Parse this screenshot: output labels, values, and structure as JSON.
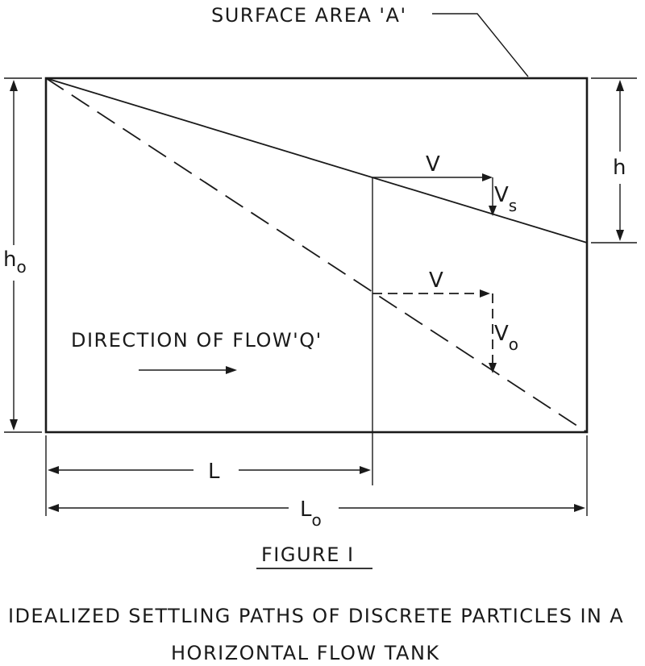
{
  "labels": {
    "surface_area": "SURFACE AREA 'A'",
    "h0": "h",
    "h0_sub": "o",
    "h": "h",
    "v_top": "V",
    "vs": "V",
    "vs_sub": "s",
    "v_bottom": "V",
    "v0": "V",
    "v0_sub": "o",
    "direction_of_flow": "DIRECTION OF FLOW'Q'",
    "L": "L",
    "L0": "L",
    "L0_sub": "o"
  },
  "figure_title": "FIGURE I",
  "caption_line1": "IDEALIZED SETTLING PATHS OF DISCRETE PARTICLES IN A",
  "caption_line2": "HORIZONTAL FLOW TANK"
}
